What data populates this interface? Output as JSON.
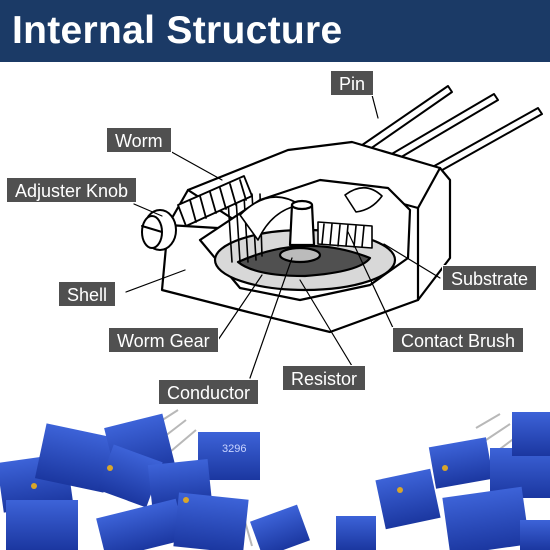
{
  "header": {
    "title": "Internal Structure"
  },
  "labels": {
    "pin": "Pin",
    "worm": "Worm",
    "adjuster_knob": "Adjuster Knob",
    "shell": "Shell",
    "worm_gear": "Worm Gear",
    "conductor": "Conductor",
    "resistor": "Resistor",
    "contact_brush": "Contact Brush",
    "substrate": "Substrate"
  },
  "product_markings": {
    "model": "3296"
  },
  "colors": {
    "banner": "#1b3a66",
    "callout_bg": "#505050",
    "component_blue": "#2346b8"
  }
}
